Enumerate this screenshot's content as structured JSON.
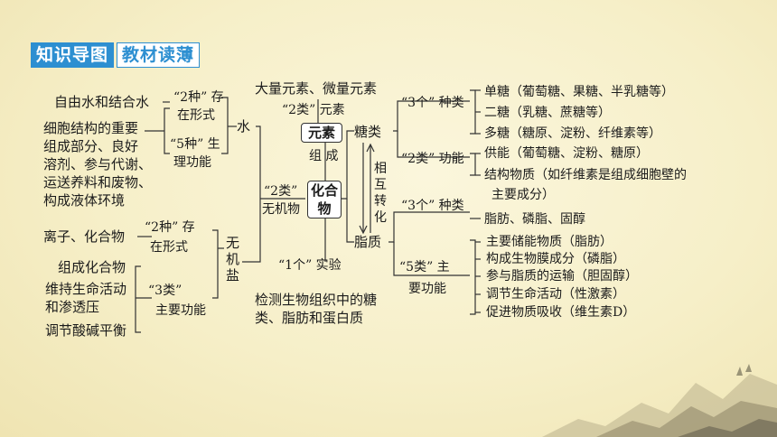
{
  "banner": {
    "label1": "知识导图",
    "label2": "教材读薄"
  },
  "center": {
    "elements_box": "元素",
    "compound_box": "化合物",
    "elements_top": "大量元素、微量元素",
    "elements_type_label": "“2类” 元素",
    "composition_label": "组 成",
    "inorganic_label": "“2类”",
    "inorganic_sub": "无机物",
    "experiment_label": "“1个”   实验",
    "experiment_text1": "检测生物组织中的糖",
    "experiment_text2": "类、脂肪和蛋白质",
    "conversion": [
      "相",
      "互",
      "转",
      "化"
    ]
  },
  "water": {
    "title": "水",
    "free_bound": "自由水和结合水",
    "two_forms": "“2种” 存",
    "two_forms_2": "在形式",
    "func_lines": [
      "细胞结构的重要",
      "组成部分、良好",
      "溶剂、参与代谢、",
      "运送养料和废物、",
      "构成液体环境"
    ],
    "five_func": "“5种” 生",
    "five_func_2": "理功能"
  },
  "salt": {
    "title": [
      "无",
      "机",
      "盐"
    ],
    "ions": "离子、化合物",
    "two_forms": "“2种” 存",
    "two_forms_2": "在形式",
    "three_type": "“3类”",
    "three_type_2": "主要功能",
    "funcs": [
      "组成化合物",
      "维持生命活动",
      "和渗透压",
      "调节酸碱平衡"
    ]
  },
  "sugar": {
    "title": "糖类",
    "three_types": "“3个” 种类",
    "types": [
      "单糖（葡萄糖、果糖、半乳糖等）",
      "二糖（乳糖、蔗糖等）",
      "多糖（糖原、淀粉、纤维素等）"
    ],
    "two_func": "“2类” 功能",
    "funcs": [
      "供能（葡萄糖、淀粉、糖原）",
      "结构物质（如纤维素是组成细胞壁的",
      "主要成分）"
    ]
  },
  "lipid": {
    "title": "脂质",
    "three_types": "“3个” 种类",
    "types": "脂肪、磷脂、固醇",
    "five_types": "“5类” 主",
    "five_types_2": "要功能",
    "funcs": [
      "主要储能物质（脂肪）",
      "构成生物膜成分（磷脂）",
      "参与脂质的运输（胆固醇）",
      "调节生命活动（性激素）",
      "促进物质吸收（维生素D）"
    ]
  }
}
